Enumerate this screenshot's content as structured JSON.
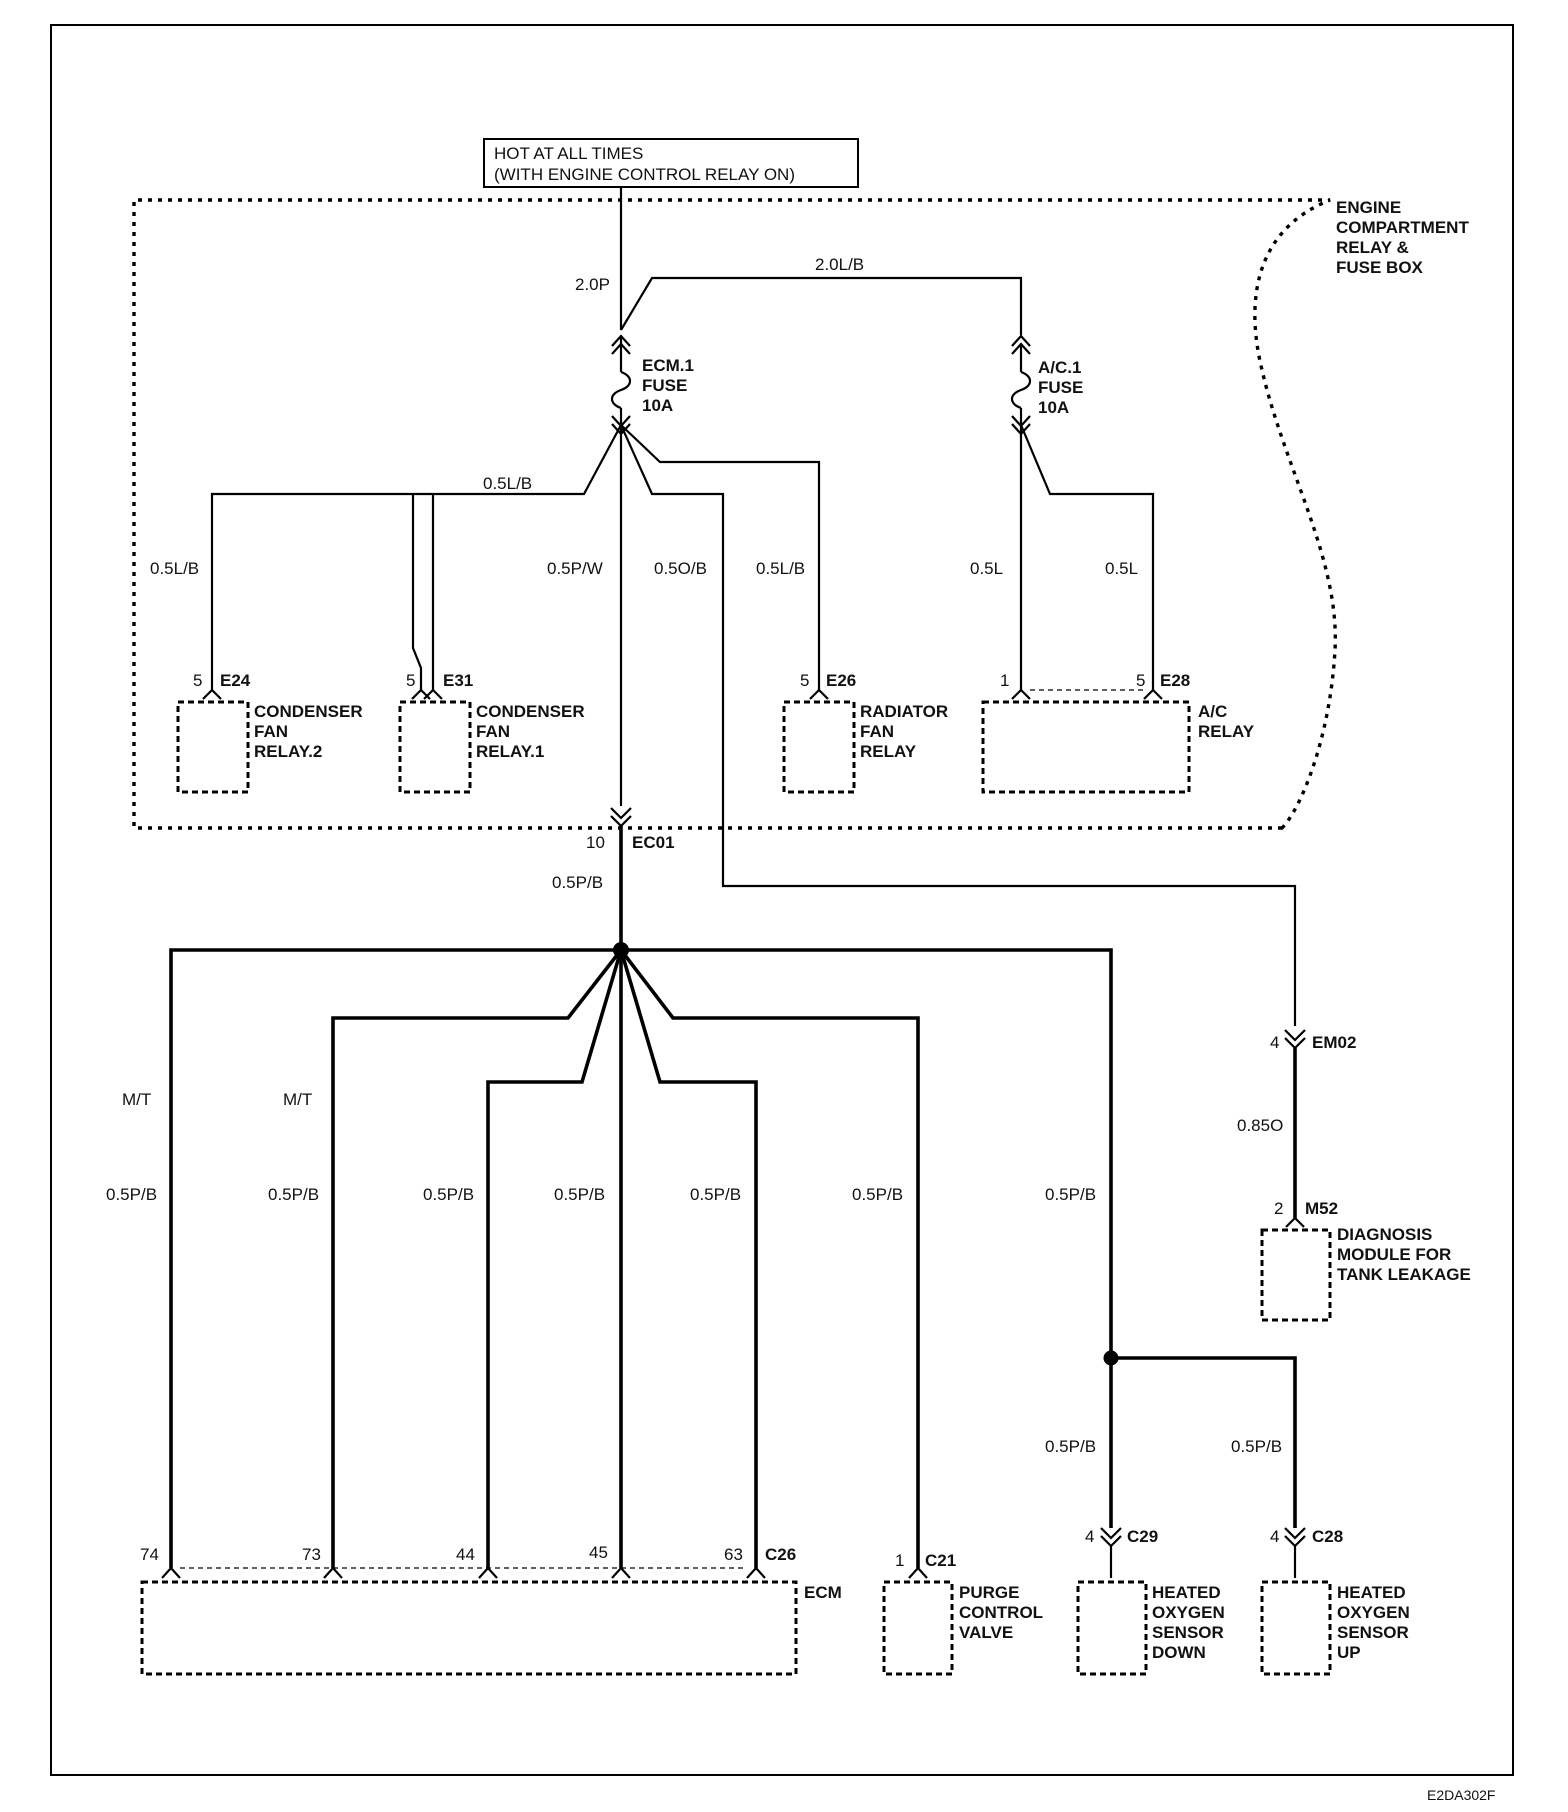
{
  "diagram": {
    "supply": {
      "line1": "HOT AT ALL TIMES",
      "line2": "(WITH ENGINE CONTROL RELAY ON)"
    },
    "fuse_box": {
      "line1": "ENGINE",
      "line2": "COMPARTMENT",
      "line3": "RELAY &",
      "line4": "FUSE BOX"
    },
    "fuse_ecm": {
      "line1": "ECM.1",
      "line2": "FUSE",
      "line3": "10A"
    },
    "fuse_ac": {
      "line1": "A/C.1",
      "line2": "FUSE",
      "line3": "10A"
    },
    "wires": {
      "supply_feed": "2.0P",
      "ac_feed": "2.0L/B",
      "condenser_bus": "0.5L/B",
      "condenser2_drop": "0.5L/B",
      "center_down": "0.5P/W",
      "diag_feed": "0.5O/B",
      "radiator_feed": "0.5L/B",
      "ac_relay_1": "0.5L",
      "ac_relay_5": "0.5L",
      "ec01_out": "0.5P/B",
      "em02_out": "0.85O",
      "ecm74": "0.5P/B",
      "ecm73": "0.5P/B",
      "ecm44": "0.5P/B",
      "ecm45": "0.5P/B",
      "ecm63": "0.5P/B",
      "purge": "0.5P/B",
      "right_trunk": "0.5P/B",
      "o2_down": "0.5P/B",
      "o2_up": "0.5P/B",
      "mt_74": "M/T",
      "mt_73": "M/T"
    },
    "connectors": {
      "e24": {
        "pin": "5",
        "id": "E24"
      },
      "e31": {
        "pin": "5",
        "id": "E31"
      },
      "e26": {
        "pin": "5",
        "id": "E26"
      },
      "e28_pin1": "1",
      "e28": {
        "pin": "5",
        "id": "E28"
      },
      "ec01": {
        "pin": "10",
        "id": "EC01"
      },
      "em02": {
        "pin": "4",
        "id": "EM02"
      },
      "m52": {
        "pin": "2",
        "id": "M52"
      },
      "c26": {
        "id": "C26",
        "pins": [
          "74",
          "73",
          "44",
          "45",
          "63"
        ]
      },
      "c21": {
        "pin": "1",
        "id": "C21"
      },
      "c29": {
        "pin": "4",
        "id": "C29"
      },
      "c28": {
        "pin": "4",
        "id": "C28"
      }
    },
    "components": {
      "condenser_relay_2": [
        "CONDENSER",
        "FAN",
        "RELAY.2"
      ],
      "condenser_relay_1": [
        "CONDENSER",
        "FAN",
        "RELAY.1"
      ],
      "radiator_relay": [
        "RADIATOR",
        "FAN",
        "RELAY"
      ],
      "ac_relay": [
        "A/C",
        "RELAY"
      ],
      "diagnosis_module": [
        "DIAGNOSIS",
        "MODULE FOR",
        "TANK LEAKAGE"
      ],
      "ecm": "ECM",
      "purge_valve": [
        "PURGE",
        "CONTROL",
        "VALVE"
      ],
      "o2_down": [
        "HEATED",
        "OXYGEN",
        "SENSOR",
        "DOWN"
      ],
      "o2_up": [
        "HEATED",
        "OXYGEN",
        "SENSOR",
        "UP"
      ]
    },
    "figure_code": "E2DA302F"
  }
}
